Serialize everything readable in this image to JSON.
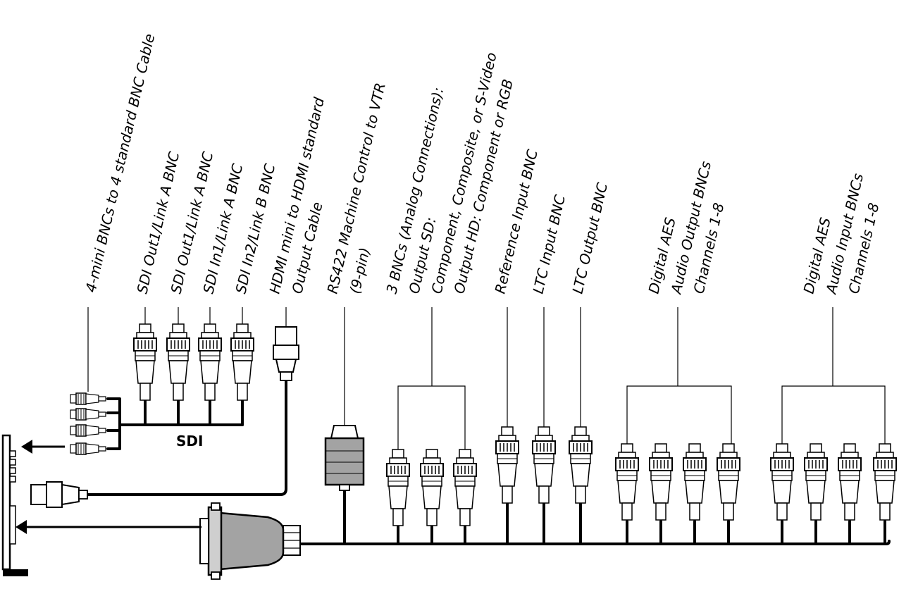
{
  "labels": {
    "mini_bnc": "4-mini BNCs to 4 standard BNC Cable",
    "sdi_out1_a1": "SDI Out1/Link A BNC",
    "sdi_out1_a2": "SDI Out1/Link A BNC",
    "sdi_in1": "SDI In1/Link A BNC",
    "sdi_in2": "SDI In2/Link B BNC",
    "hdmi_line1": "HDMI mini to HDMI standard",
    "hdmi_line2": "Output Cable",
    "rs422_line1": "RS422 Machine Control to VTR",
    "rs422_line2": "(9-pin)",
    "analog_line1": "3 BNCs (Analog Connections):",
    "analog_line2": "Output SD:",
    "analog_line3": "Component, Composite, or S-Video",
    "analog_line4": "Output HD: Component or RGB",
    "reference": "Reference Input BNC",
    "ltc_in": "LTC Input BNC",
    "ltc_out": "LTC Output BNC",
    "aes_out_line1": "Digital AES",
    "aes_out_line2": "Audio Output BNCs",
    "aes_out_line3": "Channels 1-8",
    "aes_in_line1": "Digital AES",
    "aes_in_line2": "Audio Input BNCs",
    "aes_in_line3": "Channels 1-8",
    "sdi_tag": "SDI"
  },
  "colors": {
    "ink": "#000000",
    "connector_gray": "#a3a3a3",
    "connector_light": "#cfcfcf"
  }
}
